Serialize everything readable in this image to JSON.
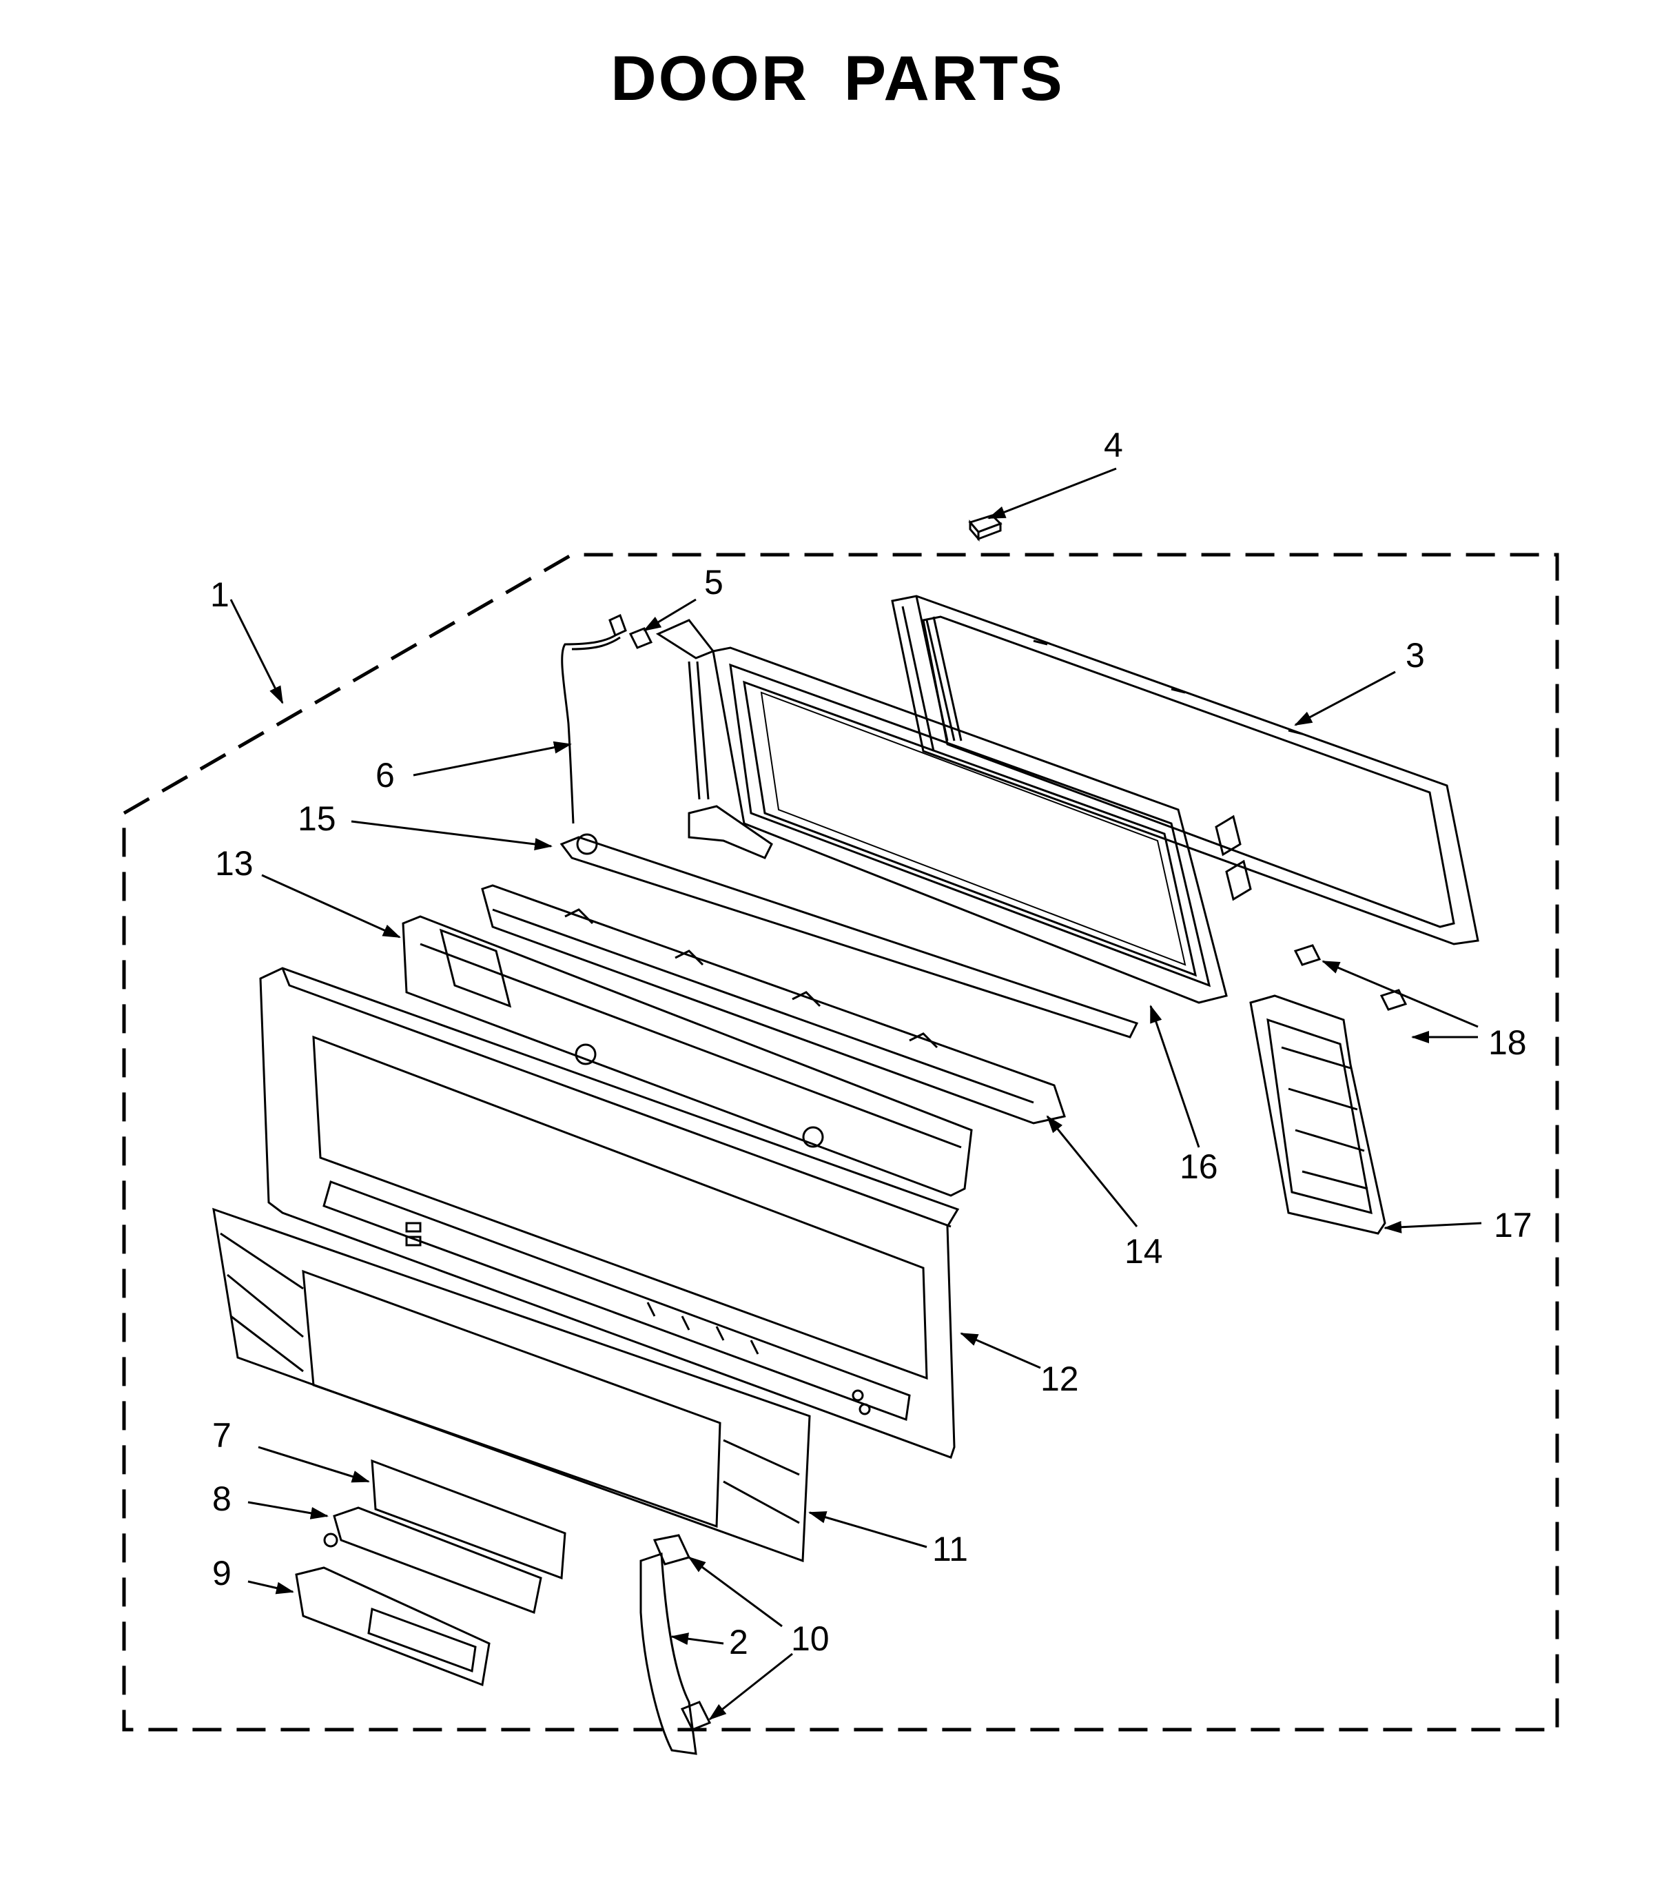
{
  "title": "DOOR PARTS",
  "callouts": [
    "1",
    "2",
    "3",
    "4",
    "5",
    "6",
    "7",
    "8",
    "9",
    "10",
    "11",
    "12",
    "13",
    "14",
    "15",
    "16",
    "17",
    "18"
  ],
  "colors": {
    "line": "#000000",
    "background": "#ffffff"
  }
}
